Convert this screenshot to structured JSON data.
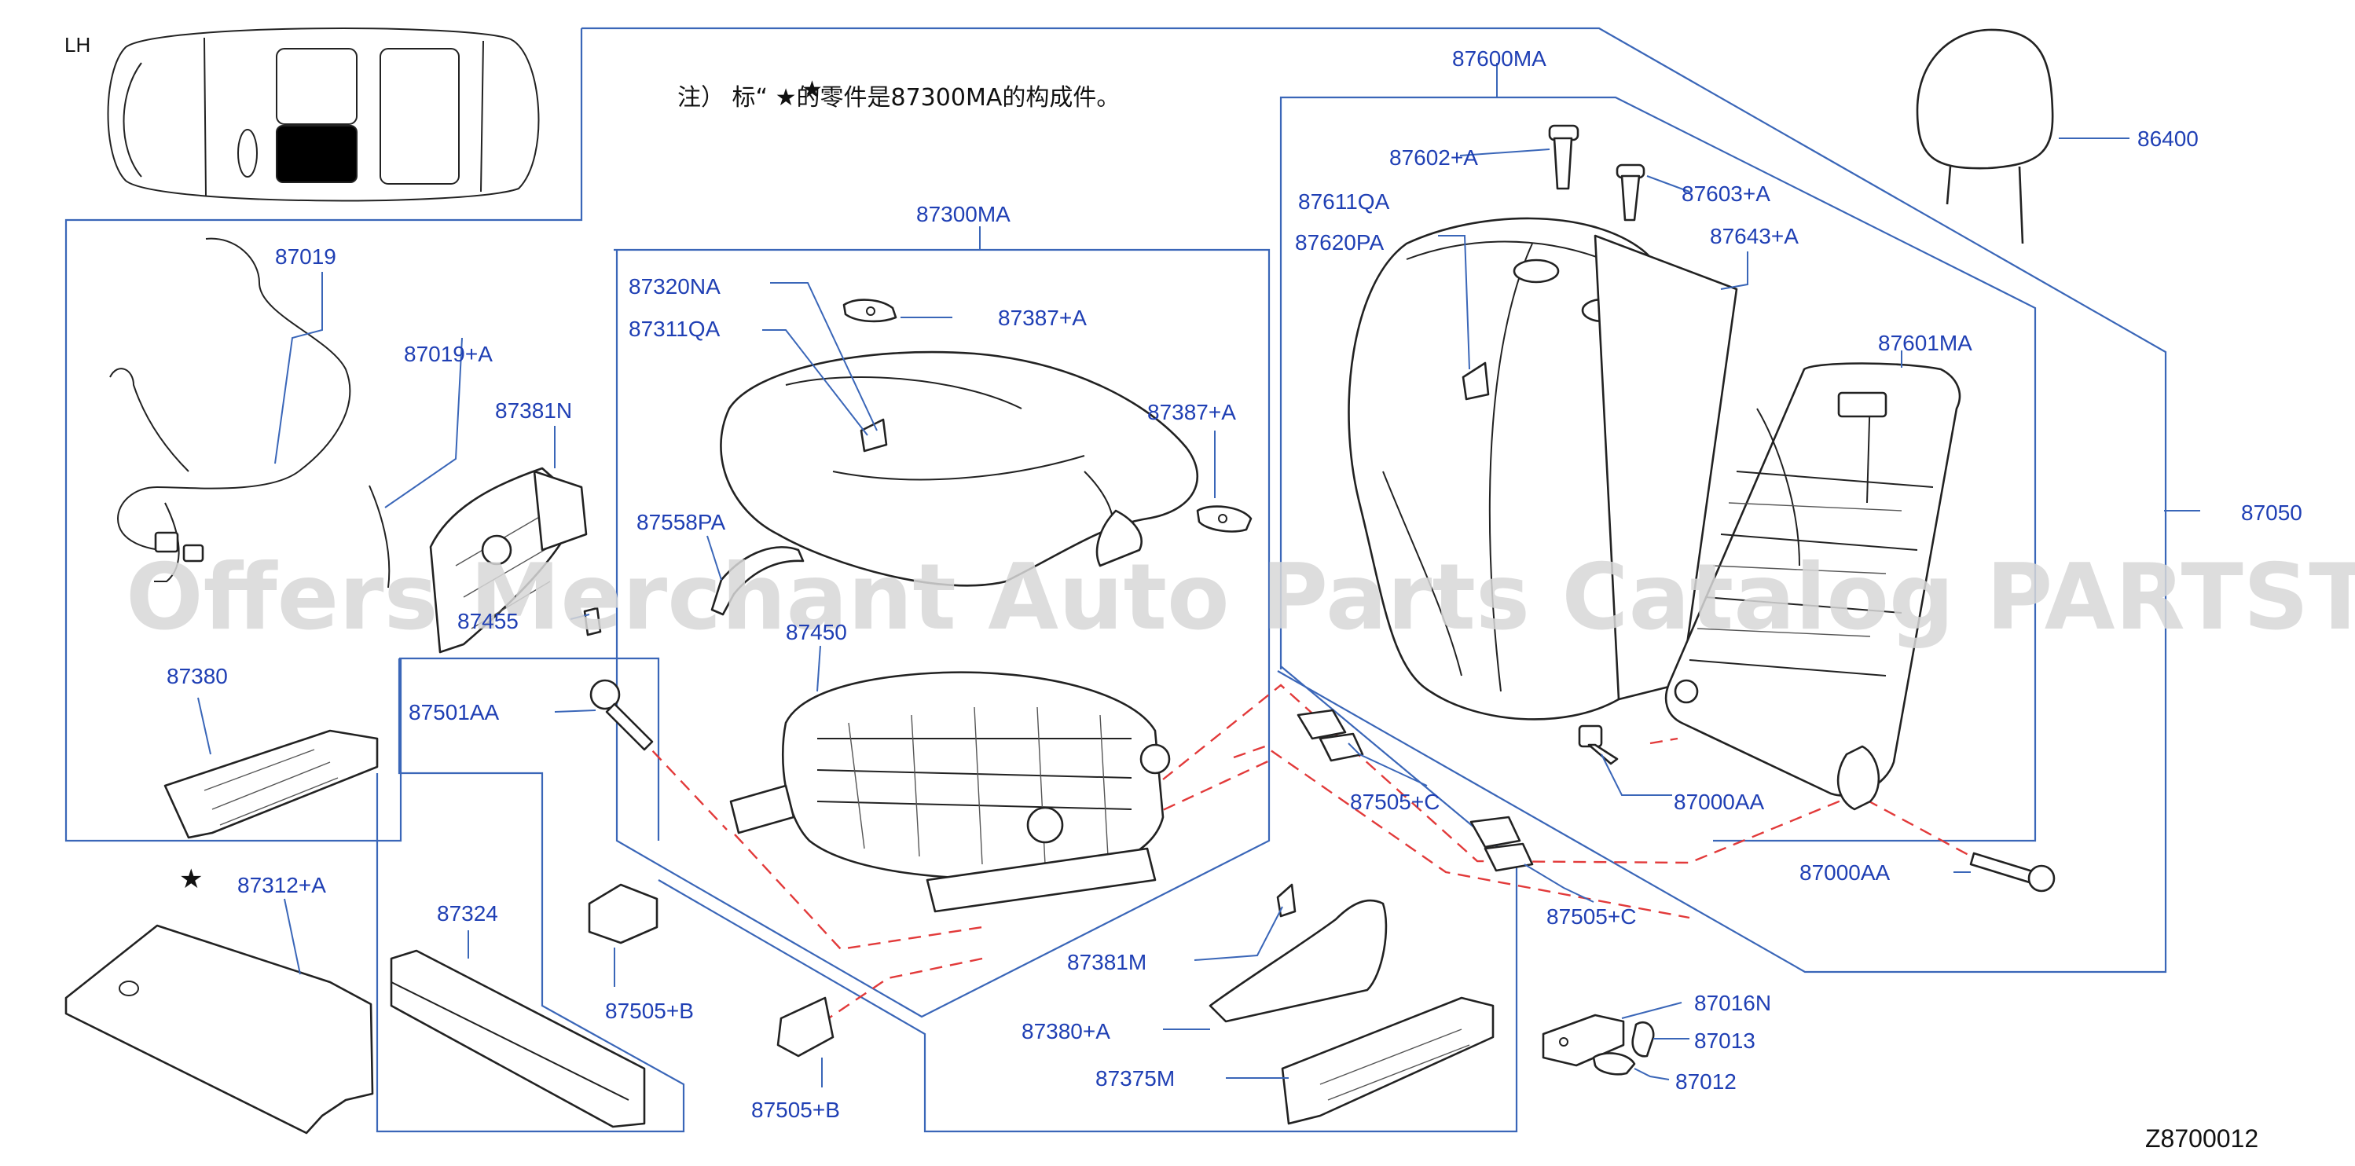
{
  "view_label": "LH",
  "note": "注） 标“ ★的零件是87300MA的构成件。",
  "drawing_code": "Z8700012",
  "watermark": "Offers Merchant Auto Parts Catalog PARTSTORE.SA",
  "star_marker": "★",
  "part_numbers": {
    "p87600MA": "87600MA",
    "p86400": "86400",
    "p87602A": "87602+A",
    "p87603A": "87603+A",
    "p87611QA": "87611QA",
    "p87620PA": "87620PA",
    "p87643A": "87643+A",
    "p87601MA": "87601MA",
    "p87050": "87050",
    "p87300MA": "87300MA",
    "p87320NA": "87320NA",
    "p87311QA": "87311QA",
    "p87387A_top": "87387+A",
    "p87387A_side": "87387+A",
    "p87558PA": "87558PA",
    "p87450": "87450",
    "p87019": "87019",
    "p87019A": "87019+A",
    "p87381N": "87381N",
    "p87455": "87455",
    "p87380": "87380",
    "p87501AA": "87501AA",
    "p87312A": "87312+A",
    "p87324": "87324",
    "p87505B_upper": "87505+B",
    "p87505B_lower": "87505+B",
    "p87505C_upper": "87505+C",
    "p87505C_lower": "87505+C",
    "p87000AA_upper": "87000AA",
    "p87000AA_lower": "87000AA",
    "p87381M": "87381M",
    "p87380A": "87380+A",
    "p87375M": "87375M",
    "p87016N": "87016N",
    "p87013": "87013",
    "p87012": "87012"
  },
  "colors": {
    "callout": "#1f3fb4",
    "frame": "#3a66b8",
    "dashed_line": "#e23a3a",
    "part_outline": "#222222",
    "highlight_seat": "#000000"
  }
}
